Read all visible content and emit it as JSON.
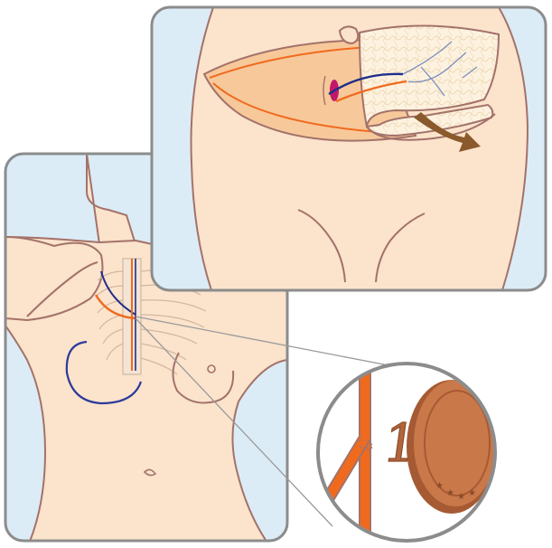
{
  "colors": {
    "panel_background": "#dcecf6",
    "frame_stroke": "#8c8c8c",
    "skin": "#fbe3cc",
    "skin_shadow": "#f5cfb0",
    "outline": "#a3726a",
    "flap": "#f7c89a",
    "fat_tissue": "#fdf2df",
    "artery": "#f06a1e",
    "vein": "#1f2f88",
    "arrow": "#8a5a2c",
    "coin_copper": "#c9784a",
    "coin_dark": "#a65a33",
    "line": "#9a9a9a"
  },
  "coin": {
    "digit": "1"
  },
  "icons": {
    "top_panel": "abdominal-flap-harvest",
    "bottom_panel": "chest-reconstruction",
    "magnifier": "vessel-anastomosis-zoom",
    "arrow": "flap-transfer-arrow"
  }
}
